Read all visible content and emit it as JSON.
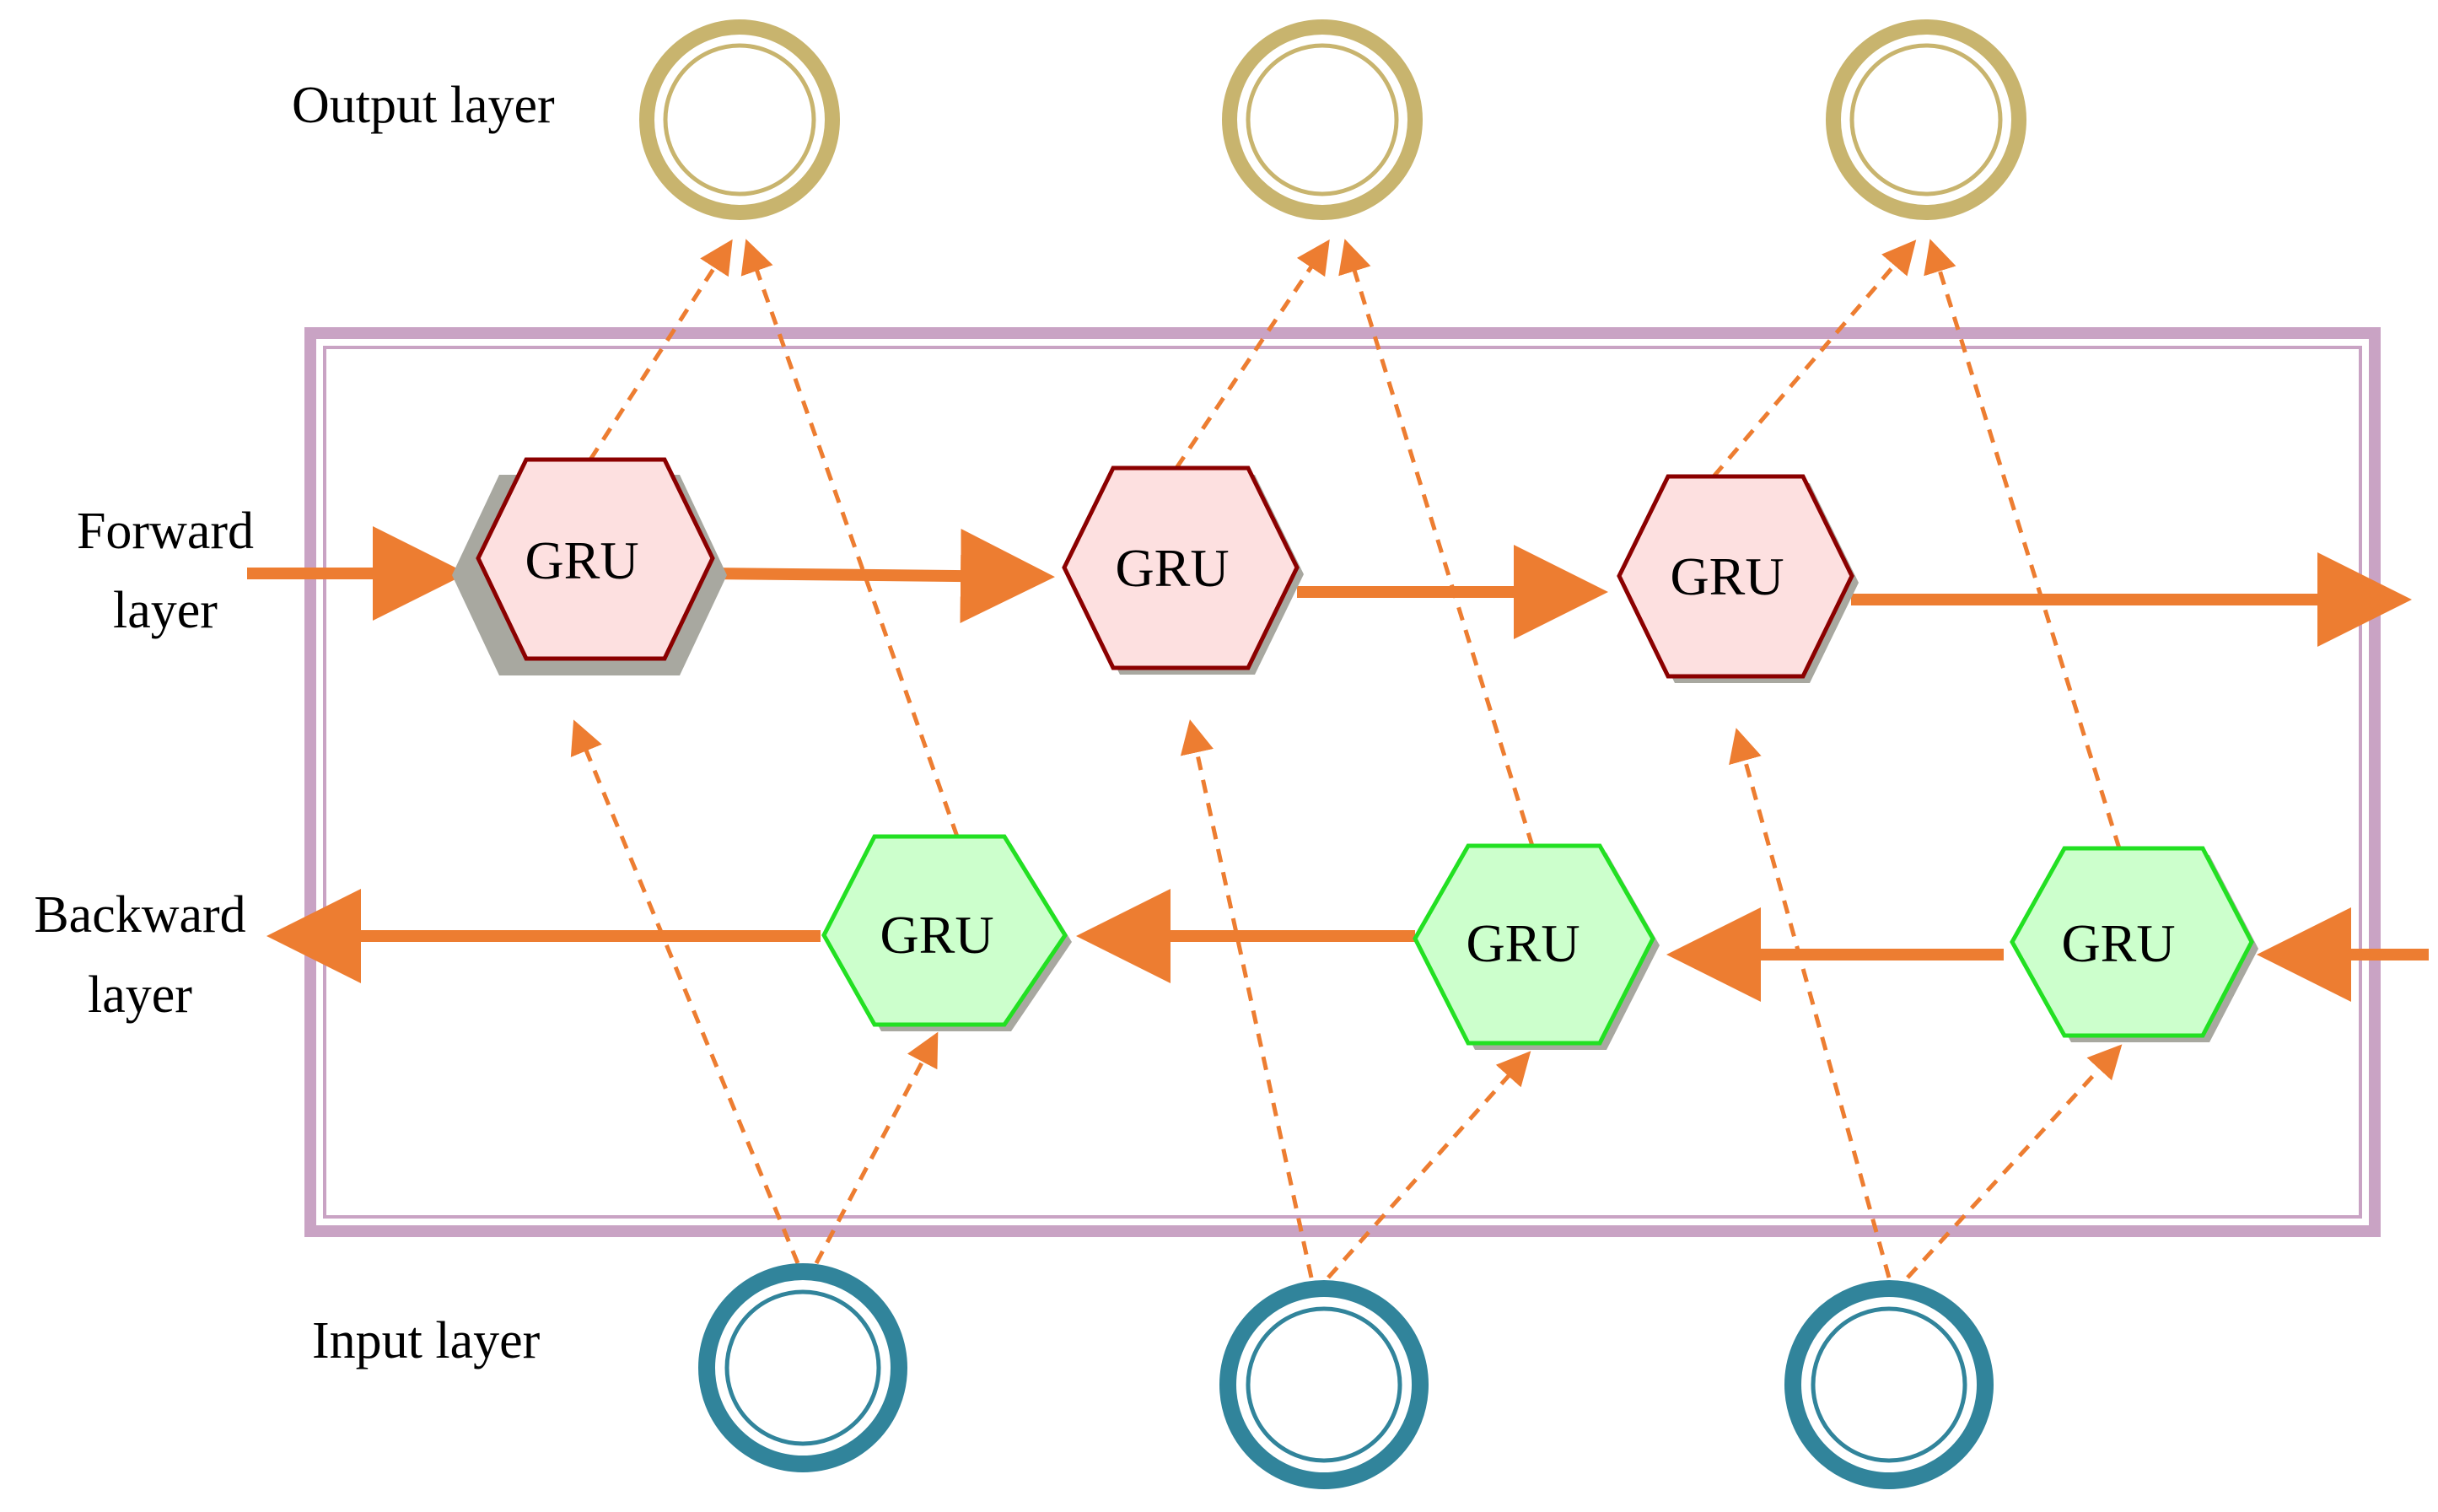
{
  "colors": {
    "background": "#ffffff",
    "frame": "#c9a3c4",
    "arrow": "#ed7d31",
    "output_ring": "#c8b46e",
    "input_ring": "#31849b",
    "forward_fill": "#fde0e0",
    "forward_stroke": "#8b0000",
    "backward_fill": "#ccffcc",
    "backward_stroke": "#22e022",
    "shadow": "#a8a8a0"
  },
  "labels": {
    "output": "Output layer",
    "forward_line1": "Forward",
    "forward_line2": "layer",
    "backward_line1": "Backward",
    "backward_line2": "layer",
    "input": "Input layer"
  },
  "forward_units": [
    {
      "label": "GRU"
    },
    {
      "label": "GRU"
    },
    {
      "label": "GRU"
    }
  ],
  "backward_units": [
    {
      "label": "GRU"
    },
    {
      "label": "GRU"
    },
    {
      "label": "GRU"
    }
  ],
  "output_nodes": [
    {
      "shape": "ring"
    },
    {
      "shape": "ring"
    },
    {
      "shape": "ring"
    }
  ],
  "input_nodes": [
    {
      "shape": "ring"
    },
    {
      "shape": "ring"
    },
    {
      "shape": "ring"
    }
  ]
}
